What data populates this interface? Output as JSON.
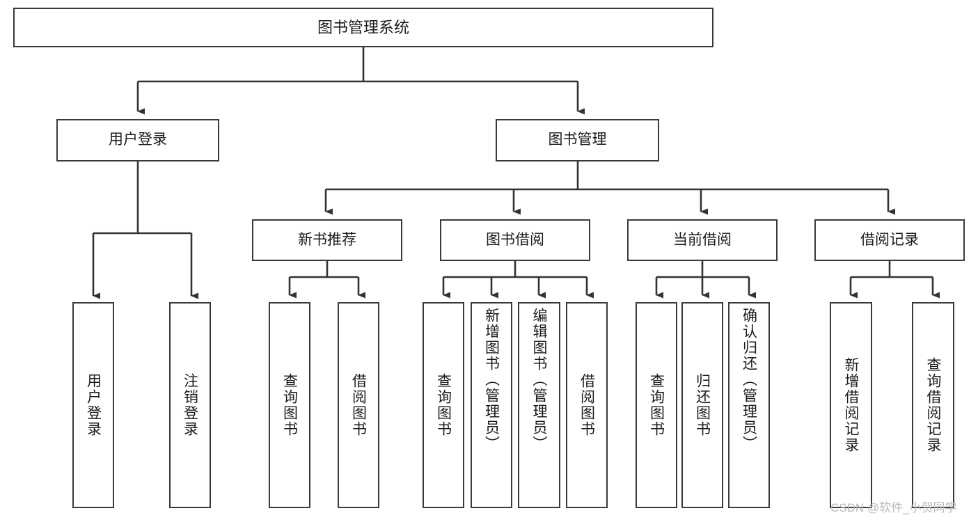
{
  "diagram": {
    "title": "图书管理系统",
    "type": "tree",
    "orientation": "top-down",
    "colors": {
      "node_border": "#3a3a3a",
      "node_fill": "#ffffff",
      "edge": "#333333",
      "text": "#1b1b1b",
      "watermark": "#b9b9b9"
    },
    "nodes": {
      "root": {
        "label": "图书管理系统"
      },
      "level2": [
        {
          "id": "user-login",
          "label": "用户登录"
        },
        {
          "id": "book-manage",
          "label": "图书管理"
        }
      ],
      "level3": [
        {
          "id": "new-book-rec",
          "label": "新书推荐"
        },
        {
          "id": "book-borrow",
          "label": "图书借阅"
        },
        {
          "id": "current-borrow",
          "label": "当前借阅"
        },
        {
          "id": "borrow-record",
          "label": "借阅记录"
        }
      ],
      "leaves": {
        "user-login": [
          {
            "id": "leaf-user-login",
            "label": "用户登录"
          },
          {
            "id": "leaf-logout",
            "label": "注销登录"
          }
        ],
        "new-book-rec": [
          {
            "id": "leaf-query-book-1",
            "label": "查询图书"
          },
          {
            "id": "leaf-borrow-book-1",
            "label": "借阅图书"
          }
        ],
        "book-borrow": [
          {
            "id": "leaf-query-book-2",
            "label": "查询图书"
          },
          {
            "id": "leaf-add-book",
            "label": "新增图书（管理员）"
          },
          {
            "id": "leaf-edit-book",
            "label": "编辑图书（管理员）"
          },
          {
            "id": "leaf-borrow-book-2",
            "label": "借阅图书"
          }
        ],
        "current-borrow": [
          {
            "id": "leaf-query-book-3",
            "label": "查询图书"
          },
          {
            "id": "leaf-return-book",
            "label": "归还图书"
          },
          {
            "id": "leaf-confirm-return",
            "label": "确认归还（管理员）"
          }
        ],
        "borrow-record": [
          {
            "id": "leaf-add-record",
            "label": "新增借阅记录"
          },
          {
            "id": "leaf-query-record",
            "label": "查询借阅记录"
          }
        ]
      }
    },
    "watermark": "CSDN @软件_小贺同学"
  }
}
